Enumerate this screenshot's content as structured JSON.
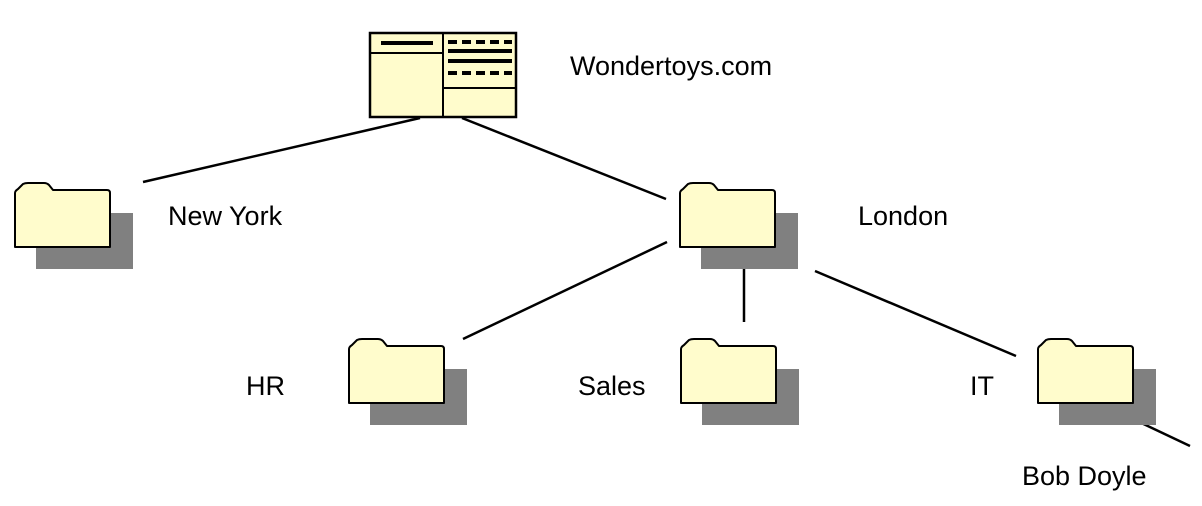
{
  "colors": {
    "fill": "#FFFCCC",
    "shadow": "#808080",
    "line": "#000000"
  },
  "nodes": {
    "root": {
      "label": "Wondertoys.com",
      "icon": "website-window-icon"
    },
    "new_york": {
      "label": "New York",
      "icon": "folder-icon"
    },
    "london": {
      "label": "London",
      "icon": "folder-icon"
    },
    "hr": {
      "label": "HR",
      "icon": "folder-icon"
    },
    "sales": {
      "label": "Sales",
      "icon": "folder-icon"
    },
    "it": {
      "label": "IT",
      "icon": "folder-icon"
    },
    "bob_doyle": {
      "label": "Bob Doyle"
    }
  },
  "edges": [
    {
      "from": "root",
      "to": "new_york"
    },
    {
      "from": "root",
      "to": "london"
    },
    {
      "from": "london",
      "to": "hr"
    },
    {
      "from": "london",
      "to": "sales"
    },
    {
      "from": "london",
      "to": "it"
    },
    {
      "from": "it",
      "to": "bob_doyle"
    }
  ]
}
